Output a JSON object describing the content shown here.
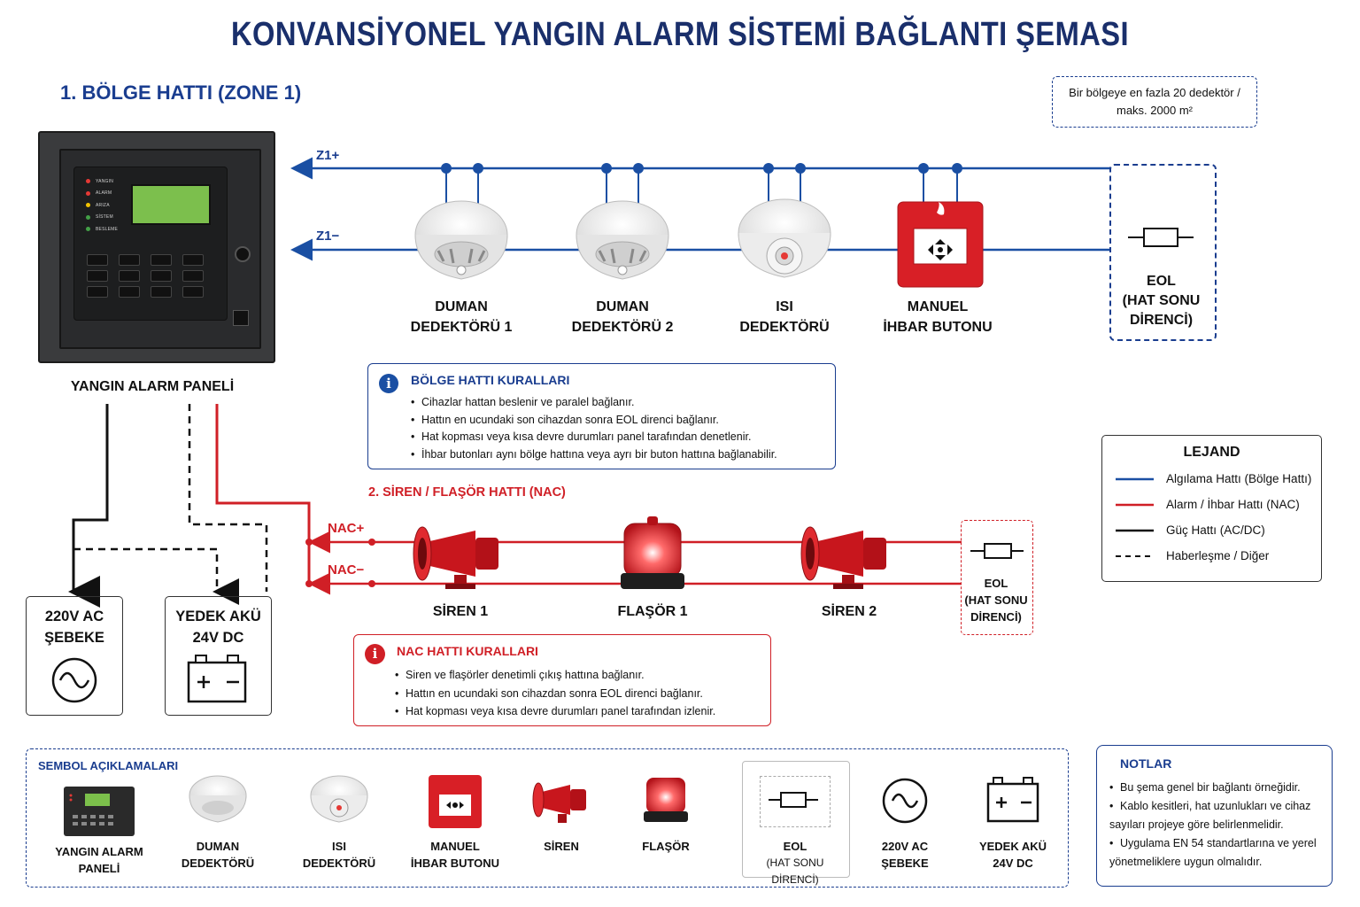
{
  "title": "KONVANSİYONEL YANGIN ALARM SİSTEMİ BAĞLANTI ŞEMASI",
  "zone": {
    "heading": "1.  BÖLGE HATTI (ZONE 1)",
    "note": "Bir bölgeye en fazla 20 dedektör / maks. 2000 m²",
    "plus_label": "Z1+",
    "minus_label": "Z1−",
    "devices": [
      {
        "line1": "DUMAN",
        "line2": "DEDEKTÖRÜ 1"
      },
      {
        "line1": "DUMAN",
        "line2": "DEDEKTÖRÜ 2"
      },
      {
        "line1": "ISI",
        "line2": "DEDEKTÖRÜ"
      },
      {
        "line1": "MANUEL",
        "line2": "İHBAR BUTONU"
      }
    ],
    "eol": {
      "line1": "EOL",
      "line2": "(HAT SONU",
      "line3": "DİRENCİ)"
    }
  },
  "panel": {
    "caption": "YANGIN ALARM PANELİ",
    "leds": [
      {
        "label": "YANGIN",
        "color": "#e53935"
      },
      {
        "label": "ALARM",
        "color": "#e53935"
      },
      {
        "label": "ARIZA",
        "color": "#f2c200"
      },
      {
        "label": "SİSTEM",
        "color": "#43a047"
      },
      {
        "label": "BESLEME",
        "color": "#43a047"
      }
    ]
  },
  "zone_rules": {
    "title": "BÖLGE HATTI KURALLARI",
    "items": [
      "Cihazlar hattan beslenir ve paralel bağlanır.",
      "Hattın en ucundaki son cihazdan sonra EOL direnci bağlanır.",
      "Hat kopması veya kısa devre durumları panel tarafından denetlenir.",
      "İhbar butonları aynı bölge hattına veya ayrı bir buton hattına bağlanabilir."
    ]
  },
  "nac": {
    "heading": "2.  SİREN / FLAŞÖR HATTI (NAC)",
    "plus_label": "NAC+",
    "minus_label": "NAC−",
    "devices": [
      "SİREN 1",
      "FLAŞÖR 1",
      "SİREN 2"
    ],
    "eol": {
      "line1": "EOL",
      "line2": "(HAT SONU",
      "line3": "DİRENCİ)"
    }
  },
  "nac_rules": {
    "title": "NAC HATTI KURALLARI",
    "items": [
      "Siren ve flaşörler denetimli çıkış hattına bağlanır.",
      "Hattın en ucundaki son cihazdan sonra EOL direnci bağlanır.",
      "Hat kopması veya kısa devre durumları panel tarafından izlenir."
    ]
  },
  "power": {
    "mains": {
      "line1": "220V AC",
      "line2": "ŞEBEKE"
    },
    "battery": {
      "line1": "YEDEK AKÜ",
      "line2": "24V DC"
    }
  },
  "legend": {
    "title": "LEJAND",
    "items": [
      {
        "label": "Algılama Hattı (Bölge Hattı)",
        "color": "#1a4fa3",
        "style": "solid"
      },
      {
        "label": "Alarm / İhbar Hattı (NAC)",
        "color": "#d01f26",
        "style": "solid"
      },
      {
        "label": "Güç Hattı (AC/DC)",
        "color": "#111111",
        "style": "solid"
      },
      {
        "label": "Haberleşme / Diğer",
        "color": "#111111",
        "style": "dashed"
      }
    ]
  },
  "symbols": {
    "title": "SEMBOL AÇIKLAMALARI",
    "items": [
      {
        "line1": "YANGIN ALARM",
        "line2": "PANELİ",
        "icon": "panel-icon"
      },
      {
        "line1": "DUMAN",
        "line2": "DEDEKTÖRÜ",
        "icon": "smoke-detector-icon"
      },
      {
        "line1": "ISI",
        "line2": "DEDEKTÖRÜ",
        "icon": "heat-detector-icon"
      },
      {
        "line1": "MANUEL",
        "line2": "İHBAR BUTONU",
        "icon": "manual-call-point-icon"
      },
      {
        "line1": "SİREN",
        "line2": "",
        "icon": "siren-icon"
      },
      {
        "line1": "FLAŞÖR",
        "line2": "",
        "icon": "beacon-icon"
      },
      {
        "line1": "EOL",
        "line2": "(HAT SONU DİRENCİ)",
        "icon": "resistor-icon"
      },
      {
        "line1": "220V AC",
        "line2": "ŞEBEKE",
        "icon": "ac-icon"
      },
      {
        "line1": "YEDEK AKÜ",
        "line2": "24V DC",
        "icon": "battery-icon"
      }
    ]
  },
  "notes": {
    "title": "NOTLAR",
    "items": [
      "Bu şema genel bir bağlantı örneğidir.",
      "Kablo kesitleri, hat uzunlukları ve cihaz sayıları projeye göre belirlenmelidir.",
      "Uygulama EN 54 standartlarına ve yerel yönetmeliklere uygun olmalıdır."
    ]
  },
  "colors": {
    "blue": "#1a4fa3",
    "red": "#d01f26",
    "navy": "#1a2f6b"
  }
}
